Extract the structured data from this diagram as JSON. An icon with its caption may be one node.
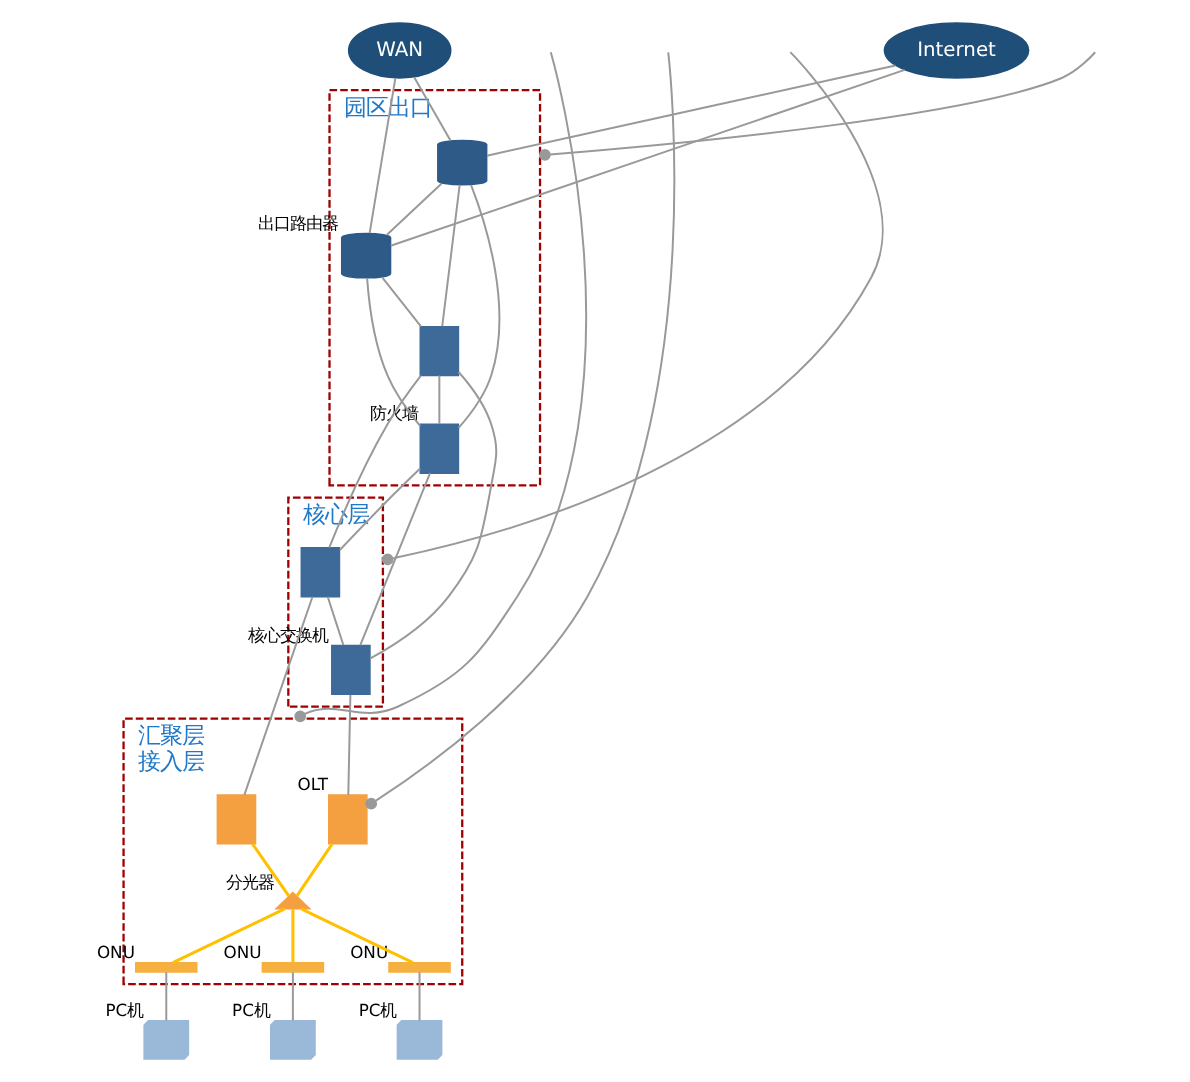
{
  "diagram": {
    "nodes": [
      {
        "text": [
          "WAN"
        ]
      },
      {
        "text": [
          "Internet"
        ]
      },
      {
        "text": [
          "园区出口"
        ]
      },
      {
        "text": [],
        "shape": "cylinder",
        "in": 2
      },
      {
        "text": [],
        "shape": "cylinder",
        "in": 2,
        "beside": [
          "出口路由器"
        ]
      },
      {
        "text": [],
        "shape": "box",
        "in": 2
      },
      {
        "text": [],
        "shape": "box",
        "in": 2,
        "beside": [
          "防火墙"
        ]
      },
      {
        "text": [
          "核心层"
        ]
      },
      {
        "text": [],
        "shape": "box",
        "in": 7
      },
      {
        "text": [],
        "shape": "box",
        "in": 7,
        "beside": [
          "核心交换机"
        ]
      },
      {
        "text": [
          "汇聚层",
          "接入层"
        ]
      },
      {
        "text": [],
        "shape": "box",
        "in": 10
      },
      {
        "text": [],
        "shape": "box",
        "in": 10,
        "beside": [
          "OLT"
        ]
      },
      {
        "text": [],
        "shape": "triangle",
        "in": 10,
        "beside": [
          "分光器"
        ]
      },
      {
        "text": [],
        "shape": "bar",
        "in": 10,
        "beside": [
          "ONU"
        ]
      },
      {
        "text": [],
        "shape": "bar",
        "in": 10,
        "beside": [
          "ONU"
        ]
      },
      {
        "text": [],
        "shape": "bar",
        "in": 10,
        "beside": [
          "ONU"
        ]
      },
      {
        "text": [],
        "shape": "computer",
        "beside": [
          "PC机"
        ]
      },
      {
        "text": [],
        "shape": "computer",
        "beside": [
          "PC机"
        ]
      },
      {
        "text": [],
        "shape": "computer",
        "beside": [
          "PC机"
        ]
      }
    ],
    "edges": [
      {
        "from": 0,
        "to": 3,
        "arrow": "none"
      },
      {
        "from": 0,
        "to": 4,
        "arrow": "none"
      },
      {
        "from": 1,
        "to": 3,
        "arrow": "none"
      },
      {
        "from": 1,
        "to": 4,
        "arrow": "none"
      },
      {
        "from": 3,
        "to": 4,
        "arrow": "none"
      },
      {
        "from": 3,
        "to": 5,
        "arrow": "none"
      },
      {
        "from": 3,
        "to": 6,
        "arrow": "none"
      },
      {
        "from": 4,
        "to": 5,
        "arrow": "none"
      },
      {
        "from": 4,
        "to": 6,
        "arrow": "none"
      },
      {
        "from": 5,
        "to": 6,
        "arrow": "none"
      },
      {
        "from": 5,
        "to": 8,
        "arrow": "none"
      },
      {
        "from": 5,
        "to": 9,
        "arrow": "none"
      },
      {
        "from": 6,
        "to": 8,
        "arrow": "none"
      },
      {
        "from": 6,
        "to": 9,
        "arrow": "none"
      },
      {
        "from": 8,
        "to": 9,
        "arrow": "none"
      },
      {
        "from": 8,
        "to": 11,
        "arrow": "none"
      },
      {
        "from": 9,
        "to": 12,
        "arrow": "none"
      },
      {
        "from": 11,
        "to": 13,
        "arrow": "none",
        "color": "#ffc000"
      },
      {
        "from": 12,
        "to": 13,
        "arrow": "none",
        "color": "#ffc000"
      },
      {
        "from": 13,
        "to": 14,
        "arrow": "none",
        "color": "#ffc000"
      },
      {
        "from": 13,
        "to": 15,
        "arrow": "none",
        "color": "#ffc000"
      },
      {
        "from": 13,
        "to": 16,
        "arrow": "none",
        "color": "#ffc000"
      },
      {
        "from": 14,
        "to": 17,
        "arrow": "none"
      },
      {
        "from": 15,
        "to": 18,
        "arrow": "none"
      },
      {
        "from": 16,
        "to": 19,
        "arrow": "none"
      },
      {
        "from": null,
        "to": 2,
        "arrow": "other"
      },
      {
        "from": null,
        "to": 7,
        "arrow": "other"
      },
      {
        "from": null,
        "to": 10,
        "arrow": "other"
      },
      {
        "from": null,
        "to": 12,
        "arrow": "other"
      }
    ]
  }
}
